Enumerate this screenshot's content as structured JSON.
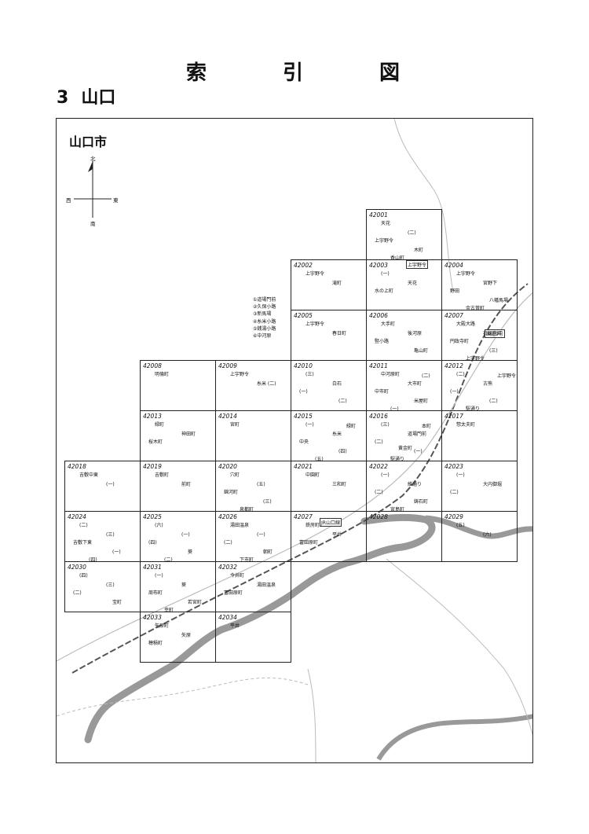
{
  "title": "索 引 図",
  "section": {
    "number": "3",
    "name": "山口"
  },
  "city": "山口市",
  "compass": {
    "north": "北",
    "south": "南",
    "east": "東",
    "west": "西"
  },
  "legend": [
    "①道場門前",
    "②久保小路",
    "③新馬場",
    "④糸米小路",
    "⑤銭湯小路",
    "⑥中河原"
  ],
  "road_labels": {
    "railway": "JR山口線",
    "road_a": "上宇野令",
    "road_b": "国道9号"
  },
  "cells": [
    {
      "id": "42001",
      "col": 4,
      "row": 0,
      "labels": [
        "天花",
        "(二)",
        "上宇野令",
        "木町",
        "香山町"
      ]
    },
    {
      "id": "42002",
      "col": 3,
      "row": 1,
      "labels": [
        "上宇野令",
        "滝町"
      ]
    },
    {
      "id": "42003",
      "col": 4,
      "row": 1,
      "labels": [
        "(一)",
        "天花",
        "水の上町"
      ]
    },
    {
      "id": "42004",
      "col": 5,
      "row": 1,
      "labels": [
        "上宇野令",
        "宮野下",
        "野田",
        "八幡馬場",
        "金古曽町"
      ]
    },
    {
      "id": "42005",
      "col": 3,
      "row": 2,
      "labels": [
        "上宇野令",
        "春日町"
      ]
    },
    {
      "id": "42006",
      "col": 4,
      "row": 2,
      "labels": [
        "大手町",
        "後河原",
        "竪小路",
        "亀山町"
      ]
    },
    {
      "id": "42007",
      "col": 5,
      "row": 2,
      "labels": [
        "大殿大路",
        "石観音町",
        "円政寺町",
        "(三)",
        "上宇野令"
      ]
    },
    {
      "id": "42008",
      "col": 1,
      "row": 3,
      "labels": [
        "明倫町"
      ]
    },
    {
      "id": "42009",
      "col": 2,
      "row": 3,
      "labels": [
        "上宇野令",
        "糸米 (二)"
      ]
    },
    {
      "id": "42010",
      "col": 3,
      "row": 3,
      "labels": [
        "(三)",
        "白石",
        "(一)",
        "(二)"
      ]
    },
    {
      "id": "42011",
      "col": 4,
      "row": 3,
      "labels": [
        "中河原町",
        "大市町",
        "中市町",
        "米屋町",
        "(一)",
        "(二)"
      ]
    },
    {
      "id": "42012",
      "col": 5,
      "row": 3,
      "labels": [
        "(二)",
        "古熊",
        "(一)",
        "(二)",
        "駅通り",
        "上宇野令"
      ]
    },
    {
      "id": "42013",
      "col": 1,
      "row": 4,
      "labels": [
        "緑町",
        "神田町",
        "桜木町"
      ]
    },
    {
      "id": "42014",
      "col": 2,
      "row": 4,
      "labels": [
        "宮町"
      ]
    },
    {
      "id": "42015",
      "col": 3,
      "row": 4,
      "labels": [
        "(一)",
        "糸米",
        "中央",
        "(四)",
        "(五)",
        "緑町"
      ]
    },
    {
      "id": "42016",
      "col": 4,
      "row": 4,
      "labels": [
        "(三)",
        "道場門前",
        "(二)",
        "(一)",
        "駅通り",
        "本町",
        "黄金町"
      ]
    },
    {
      "id": "42017",
      "col": 5,
      "row": 4,
      "labels": [
        "惣太夫町"
      ]
    },
    {
      "id": "42018",
      "col": 0,
      "row": 5,
      "labels": [
        "吉敷中東",
        "(一)"
      ]
    },
    {
      "id": "42019",
      "col": 1,
      "row": 5,
      "labels": [
        "吉敷町",
        "前町"
      ]
    },
    {
      "id": "42020",
      "col": 2,
      "row": 5,
      "labels": [
        "穴町",
        "(五)",
        "錦河町",
        "(三)",
        "泉都町"
      ]
    },
    {
      "id": "42021",
      "col": 3,
      "row": 5,
      "labels": [
        "中園町",
        "三和町"
      ]
    },
    {
      "id": "42022",
      "col": 4,
      "row": 5,
      "labels": [
        "(一)",
        "維通り",
        "(二)",
        "鋳石町",
        "宮島町"
      ]
    },
    {
      "id": "42023",
      "col": 5,
      "row": 5,
      "labels": [
        "(一)",
        "大内御堀",
        "(二)"
      ]
    },
    {
      "id": "42024",
      "col": 0,
      "row": 6,
      "labels": [
        "(二)",
        "(三)",
        "吉敷下東",
        "(一)",
        "(四)"
      ]
    },
    {
      "id": "42025",
      "col": 1,
      "row": 6,
      "labels": [
        "(六)",
        "(一)",
        "(四)",
        "葵",
        "(二)"
      ]
    },
    {
      "id": "42026",
      "col": 2,
      "row": 6,
      "labels": [
        "湯田温泉",
        "(一)",
        "(二)",
        "朝町",
        "下市町"
      ]
    },
    {
      "id": "42027",
      "col": 3,
      "row": 6,
      "labels": [
        "鉄房町",
        "平井",
        "富田原町"
      ]
    },
    {
      "id": "42028",
      "col": 4,
      "row": 6,
      "labels": []
    },
    {
      "id": "42029",
      "col": 5,
      "row": 6,
      "labels": [
        "(五)",
        "(六)"
      ]
    },
    {
      "id": "42030",
      "col": 0,
      "row": 7,
      "labels": [
        "(四)",
        "(三)",
        "(二)",
        "宝町"
      ]
    },
    {
      "id": "42031",
      "col": 1,
      "row": 7,
      "labels": [
        "(一)",
        "葵",
        "周布町",
        "若宮町",
        "幸町"
      ]
    },
    {
      "id": "42032",
      "col": 2,
      "row": 7,
      "labels": [
        "今井町",
        "湯田温泉",
        "富田原町"
      ]
    },
    {
      "id": "42033",
      "col": 1,
      "row": 8,
      "labels": [
        "矢原町",
        "矢原",
        "穂積町"
      ]
    },
    {
      "id": "42034",
      "col": 2,
      "row": 8,
      "labels": [
        "平井"
      ]
    }
  ]
}
